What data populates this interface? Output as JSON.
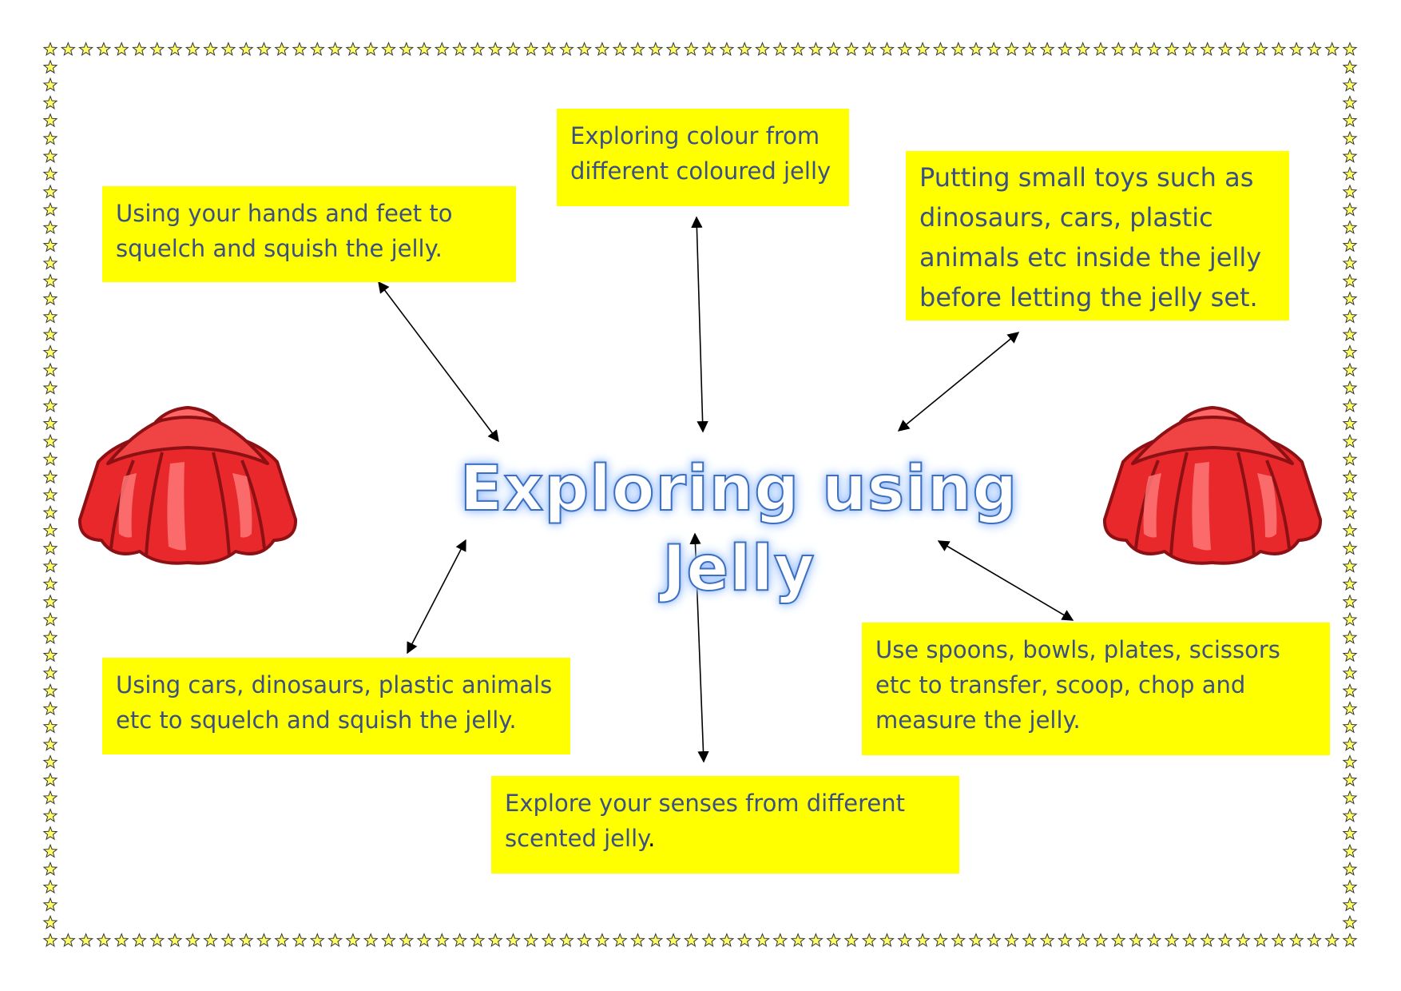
{
  "title": "Exploring using Jelly",
  "boxes": {
    "colour": "Exploring colour from different coloured jelly",
    "hands_feet": "Using your hands and feet to squelch and squish the jelly.",
    "small_toys": "Putting small toys such as dinosaurs, cars, plastic animals etc inside the jelly before letting the jelly set.",
    "cars_dinosaurs": "Using cars, dinosaurs, plastic animals etc to squelch and squish the jelly.",
    "senses_text": "Explore your senses from different scented jelly",
    "senses_dot": ".",
    "utensils": "Use spoons, bowls, plates, scissors etc to transfer, scoop, chop and measure the jelly."
  },
  "colors": {
    "box_fill": "#ffff00",
    "box_text": "#3a4f86",
    "star_fill": "#ffff66",
    "jelly": "#e8282a",
    "title_outline": "#3d6fbf"
  },
  "icons": {
    "border": "star-icon",
    "left_image": "jelly-mould-icon",
    "right_image": "jelly-mould-icon"
  }
}
